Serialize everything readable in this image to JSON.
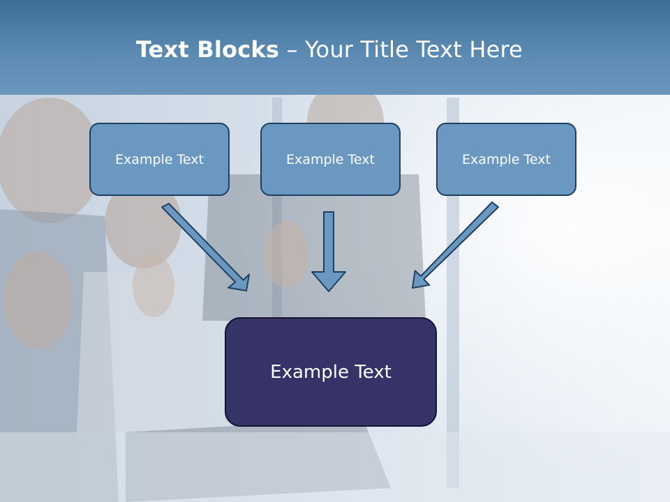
{
  "slide": {
    "title_bold": "Text Blocks",
    "title_rest": " – Your Title Text Here"
  },
  "boxes": {
    "top_left": "Example Text",
    "top_center": "Example Text",
    "top_right": "Example Text",
    "bottom": "Example Text"
  },
  "colors": {
    "header": "#5a89b2",
    "top_box_fill": "#6a98c1",
    "bottom_box_fill": "#353368",
    "arrow_fill": "#6a98c1"
  }
}
